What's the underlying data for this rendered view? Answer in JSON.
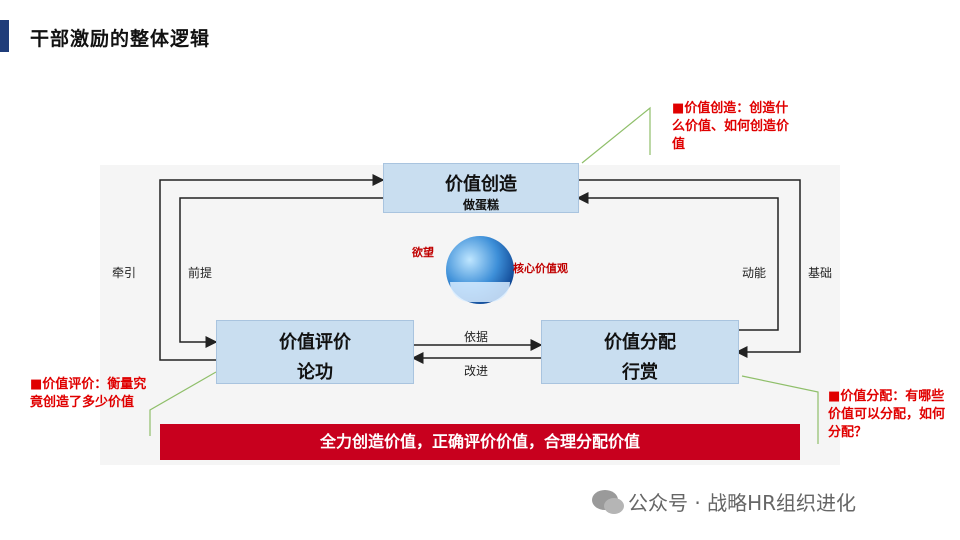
{
  "title": "干部激励的整体逻辑",
  "boxes": {
    "create": {
      "main": "价值创造",
      "sub": "做蛋糕"
    },
    "evaluate": {
      "main": "价值评价",
      "sub": "论功"
    },
    "distribute": {
      "main": "价值分配",
      "sub": "行赏"
    }
  },
  "arrow_labels": {
    "pull": "牵引",
    "premise": "前提",
    "drive": "动能",
    "foundation": "基础",
    "basis": "依据",
    "improve": "改进"
  },
  "center": {
    "desire": "欲望",
    "core_values": "核心价值观"
  },
  "notes": {
    "create": "■价值创造：创造什么价值、如何创造价值",
    "evaluate": "■价值评价：衡量究竟创造了多少价值",
    "distribute": "■价值分配：有哪些价值可以分配，如何分配？"
  },
  "banner": "全力创造价值，正确评价价值，合理分配价值",
  "watermark": "公众号 · 战略HR组织进化",
  "colors": {
    "accent": "#1f3d7a",
    "box": "#c9def0",
    "note": "#e00000",
    "banner": "#c8001e"
  }
}
